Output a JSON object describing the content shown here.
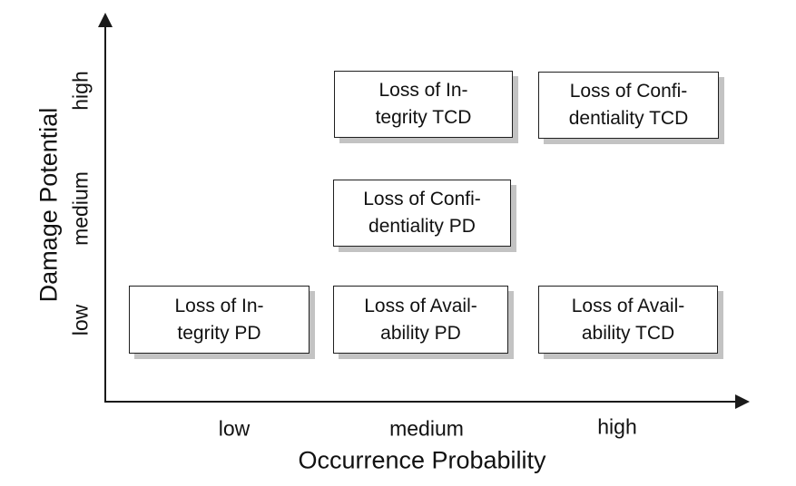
{
  "figure": {
    "xlabel": "Occurrence Probability",
    "ylabel": "Damage Potential",
    "x_ticks": [
      "low",
      "medium",
      "high"
    ],
    "y_ticks": [
      "low",
      "medium",
      "high"
    ]
  },
  "boxes": [
    {
      "label": "Loss of Integrity TCD",
      "line1": "Loss of In-",
      "line2": "tegrity TCD",
      "x": "medium",
      "y": "high"
    },
    {
      "label": "Loss of Confidentiality TCD",
      "line1": "Loss of Confi-",
      "line2": "dentiality TCD",
      "x": "high",
      "y": "high"
    },
    {
      "label": "Loss of Confidentiality PD",
      "line1": "Loss of Confi-",
      "line2": "dentiality PD",
      "x": "medium",
      "y": "medium"
    },
    {
      "label": "Loss of Integrity PD",
      "line1": "Loss of In-",
      "line2": "tegrity PD",
      "x": "low",
      "y": "low"
    },
    {
      "label": "Loss of Availability PD",
      "line1": "Loss of Avail-",
      "line2": "ability PD",
      "x": "medium",
      "y": "low"
    },
    {
      "label": "Loss of Availability TCD",
      "line1": "Loss of Avail-",
      "line2": "ability TCD",
      "x": "high",
      "y": "low"
    }
  ],
  "colors": {
    "axis": "#1a1a1a",
    "box_border": "#1f1f1f",
    "box_shadow": "#c3c3c3",
    "text": "#111111",
    "background": "#ffffff"
  },
  "chart_data": {
    "type": "scatter",
    "title": "",
    "xlabel": "Occurrence Probability",
    "ylabel": "Damage Potential",
    "x_ticks": [
      "low",
      "medium",
      "high"
    ],
    "y_ticks": [
      "low",
      "medium",
      "high"
    ],
    "grid": false,
    "legend": false,
    "points": [
      {
        "label": "Loss of Integrity TCD",
        "x": "medium",
        "y": "high"
      },
      {
        "label": "Loss of Confidentiality TCD",
        "x": "high",
        "y": "high"
      },
      {
        "label": "Loss of Confidentiality PD",
        "x": "medium",
        "y": "medium"
      },
      {
        "label": "Loss of Integrity PD",
        "x": "low",
        "y": "low"
      },
      {
        "label": "Loss of Availability PD",
        "x": "medium",
        "y": "low"
      },
      {
        "label": "Loss of Availability TCD",
        "x": "high",
        "y": "low"
      }
    ]
  }
}
